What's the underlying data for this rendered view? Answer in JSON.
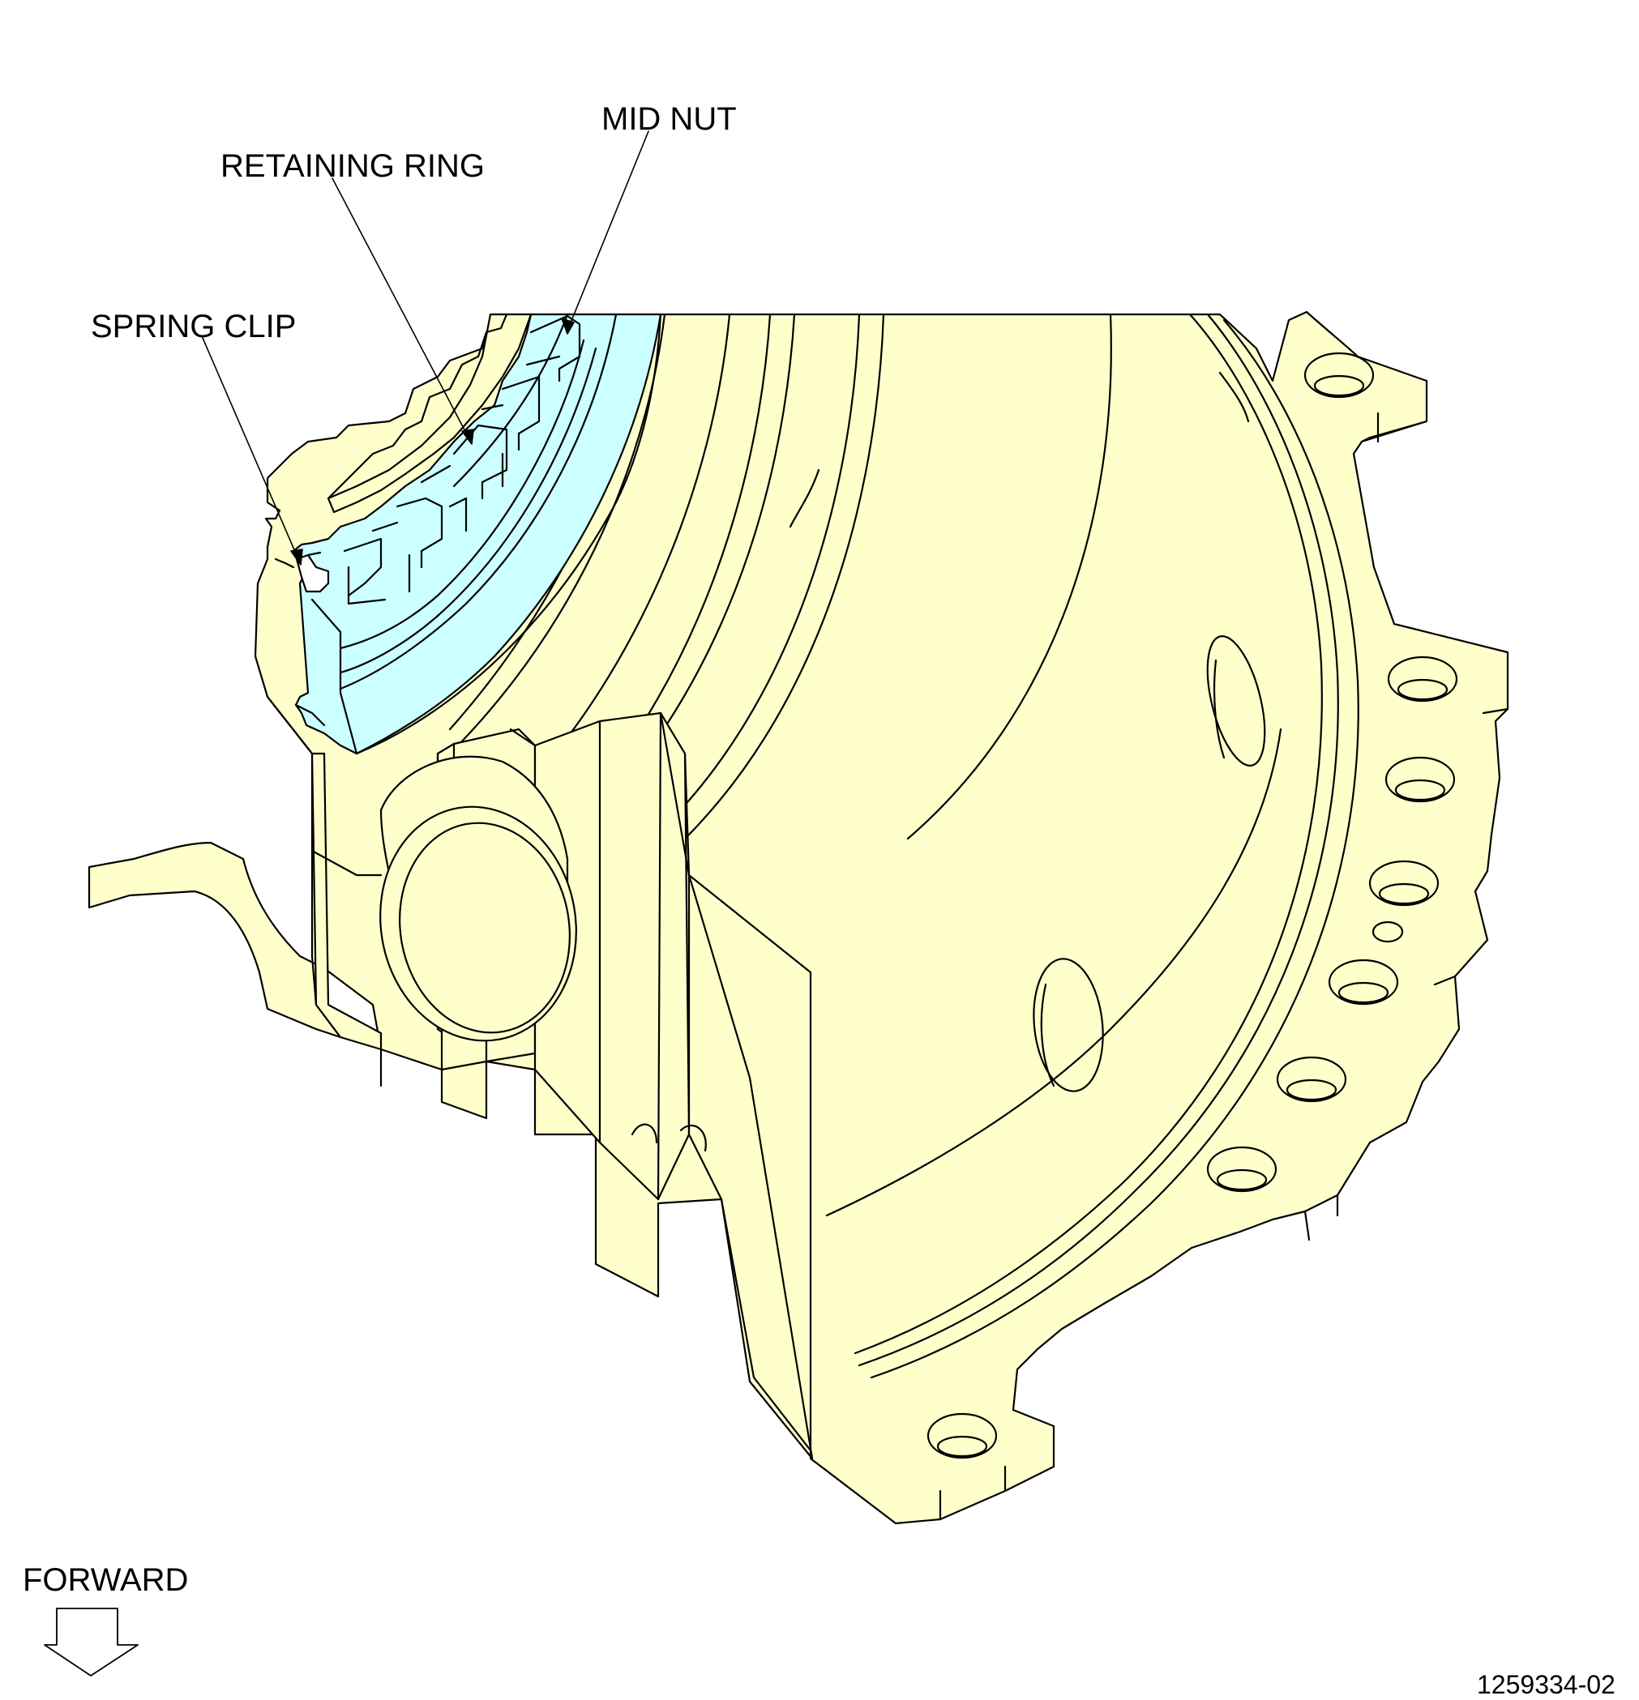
{
  "labels": {
    "mid_nut": "MID NUT",
    "retaining_ring": "RETAINING RING",
    "spring_clip": "SPRING CLIP",
    "forward": "FORWARD",
    "figure_id": "1259334-02"
  },
  "colors": {
    "part_fill": "#FFFFCC",
    "highlight_fill": "#CCFFFF",
    "line": "#000000",
    "background": "#FFFFFF"
  }
}
